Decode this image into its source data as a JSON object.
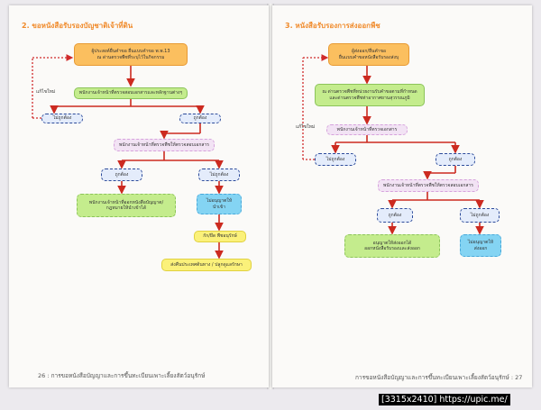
{
  "document": {
    "title": "",
    "left_page": {
      "section_title": "2. ขอหนังสือรับรองบัญชาติเจ้าที่ดิน",
      "footer": "26 : การขอหนังสือบัญญาและการขึ้นทะเบียนเพาะเลี้ยงสัตว์อนุรักษ์",
      "loop_label": "แก้ไขใหม่",
      "boxes": {
        "start": [
          "ผู้ประสงค์ยื่นคำขอ ยื่นแบบคำขอ พ.พ.13",
          "ณ ด่านตรวจพืชที่ระบุไว้ในกิจกรรม"
        ],
        "check1": "พนักงานเจ้าหน้าที่ตรวจสอบเอกสารและหลักฐานต่างๆ",
        "wrong1": "ไม่ถูกต้อง",
        "right1": "ถูกต้อง",
        "inspect": "พนักงานเจ้าหน้าที่ตรวจพืชให้ตรวจสอบเอกสาร",
        "right2": "ถูกต้อง",
        "wrong2": "ไม่ถูกต้อง",
        "issue": [
          "พนักงานเจ้าหน้าที่ออกหนังสือบัญญาต/",
          "กฎหมายให้นำเข้าได้"
        ],
        "reject": [
          "ไม่อนุญาตให้",
          "นำเข้า"
        ],
        "seize": "กัก/ยึด พืชอนุรักษ์",
        "report": "ส่งคืนประเทศต้นทาง / ปลูกดูแลรักษา"
      }
    },
    "right_page": {
      "section_title": "3. หนังสือรับรองการส่งออกพืช",
      "footer": "การขอหนังสือบัญญาและการขึ้นทะเบียนเพาะเลี้ยงสัตว์อนุรักษ์ : 27",
      "loop_label": "แก้ไขใหม่",
      "boxes": {
        "start": [
          "ผู้ส่งออก/ยื่นคำขอ",
          "ยื่นแบบคำขอหนังสือรับรองส่งบุ"
        ],
        "submit": [
          "ณ ด่านตรวจพืชที่หน่วยงานรับคำขอตามที่กำหนด",
          "และด่านตรวจพืชท่าอากาศยานสุวรรณภูมิ"
        ],
        "check1": "พนักงานเจ้าหน้าที่ตรวจเอกสาร",
        "wrong1": "ไม่ถูกต้อง",
        "right1": "ถูกต้อง",
        "inspect": "พนักงานเจ้าหน้าที่ตรวจพืชให้ตรวจสอบเอกสาร",
        "right2": "ถูกต้อง",
        "wrong2": "ไม่ถูกต้อง",
        "issue": [
          "อนุญาตให้ส่งออกได้",
          "ออกหนังสือรับรองและส่งออก"
        ],
        "reject": [
          "ไม่อนุญาตให้",
          "ส่งออก"
        ]
      }
    },
    "watermark": "[3315x2410] https://upic.me/"
  },
  "colors": {
    "title_orange": "#f08a2a",
    "box_orange": "#fbbf5f",
    "box_green": "#c4ec8d",
    "box_pink": "#f2e3f4",
    "box_blue_border": "#2d4b9a",
    "box_cyan": "#84d4f3",
    "box_yellow": "#fbf17a",
    "arrow_red": "#cc2a20",
    "loop_red": "#d02a2a"
  }
}
